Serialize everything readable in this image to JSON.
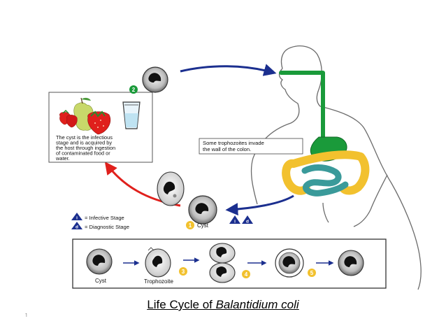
{
  "caption": {
    "prefix": "Life Cycle of ",
    "organism": "Balantidium coli"
  },
  "steps": {
    "s1": "1",
    "s2": "2",
    "s3": "3",
    "s4": "4",
    "s5": "5"
  },
  "food_box": {
    "line1": "The cyst is the infectious",
    "line2": "stage and is acquired by",
    "line3": "the host through ingestion",
    "line4": "of contaminated food or",
    "line5": "water."
  },
  "colon_note": {
    "line1": "Some trophozoites invade",
    "line2": "the wall of the colon."
  },
  "legend": {
    "infective_symbol": "i",
    "infective_label": "= Infective Stage",
    "diagnostic_symbol": "d",
    "diagnostic_label": "= Diagnostic Stage"
  },
  "cyst_label": "Cyst",
  "bottom_panel": {
    "cyst": "Cyst",
    "trophozoite": "Trophozoite"
  },
  "colors": {
    "arrow_blue": "#1b2f8f",
    "arrow_red": "#e0201c",
    "step_badge": "#f2c12e",
    "gut_green": "#1a9a3a",
    "colon_yellow": "#f2c12e",
    "intestine_teal": "#3a9a9a",
    "legend_navy": "#1b2f8f"
  },
  "tick_mark": "˥"
}
